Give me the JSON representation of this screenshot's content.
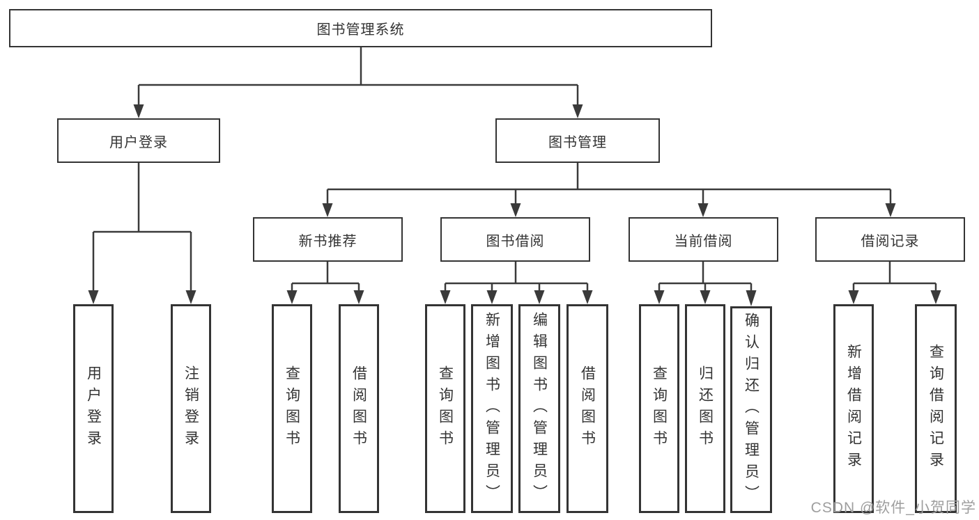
{
  "colors": {
    "line": "#3a3a3a",
    "box_border": "#343434",
    "box_fill": "#ffffff",
    "text": "#333333",
    "watermark": "#9e9e9e"
  },
  "tree": {
    "root": {
      "label": "图书管理系统",
      "children": [
        {
          "label": "用户登录",
          "children": [
            {
              "label": "用户登录"
            },
            {
              "label": "注销登录"
            }
          ]
        },
        {
          "label": "图书管理",
          "children": [
            {
              "label": "新书推荐",
              "children": [
                {
                  "label": "查询图书"
                },
                {
                  "label": "借阅图书"
                }
              ]
            },
            {
              "label": "图书借阅",
              "children": [
                {
                  "label": "查询图书"
                },
                {
                  "label": "新增图书（管理员）"
                },
                {
                  "label": "编辑图书（管理员）"
                },
                {
                  "label": "借阅图书"
                }
              ]
            },
            {
              "label": "当前借阅",
              "children": [
                {
                  "label": "查询图书"
                },
                {
                  "label": "归还图书"
                },
                {
                  "label": "确认归还（管理员）"
                }
              ]
            },
            {
              "label": "借阅记录",
              "children": [
                {
                  "label": "新增借阅记录"
                },
                {
                  "label": "查询借阅记录"
                }
              ]
            }
          ]
        }
      ]
    }
  },
  "watermark": {
    "text": "CSDN @软件_小贺同学"
  }
}
